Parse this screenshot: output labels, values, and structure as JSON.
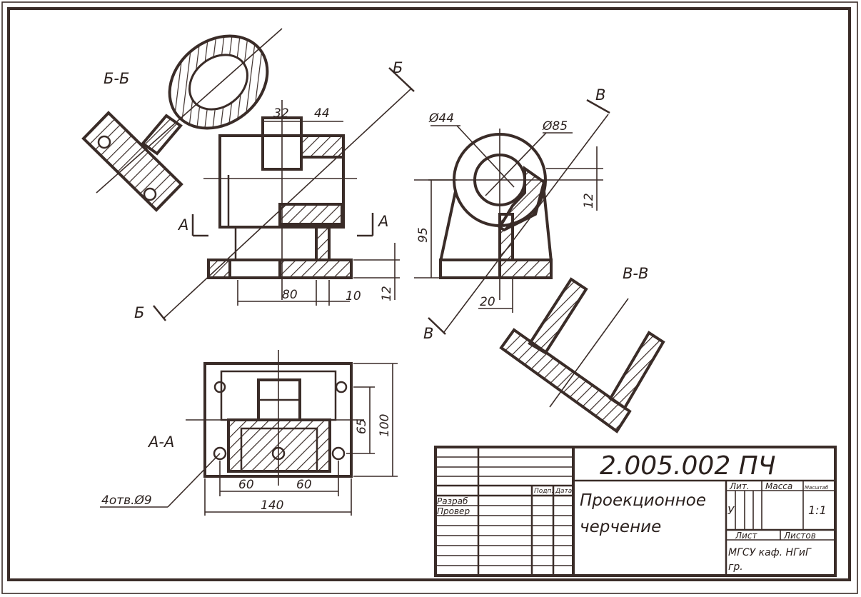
{
  "views": {
    "section_bb": "Б-Б",
    "section_vv": "В-В",
    "section_aa": "А-А",
    "cut_b": "Б",
    "cut_v": "В",
    "cut_a": "А"
  },
  "dimensions": {
    "d32": "32",
    "d44": "44",
    "d80": "80",
    "d10": "10",
    "d12a": "12",
    "d12b": "12",
    "dia44": "Ø44",
    "dia85": "Ø85",
    "d95": "95",
    "d20": "20",
    "d65": "65",
    "d100": "100",
    "d60a": "60",
    "d60b": "60",
    "d140": "140",
    "holes": "4отв.Ø9"
  },
  "title_block": {
    "drawing_number": "2.005.002 ПЧ",
    "title_line1": "Проекционное",
    "title_line2": "черчение",
    "col_lit": "Лит.",
    "col_mass": "Масса",
    "col_scale": "Масштаб",
    "lit_value": "У",
    "scale_value": "1:1",
    "sheet": "Лист",
    "sheets": "Листов",
    "org_line1": "МГСУ каф.  НГиГ",
    "org_line2": "гр.",
    "developed": "Разраб",
    "checked": "Провер",
    "sign": "Подп.",
    "date": "Дата"
  }
}
